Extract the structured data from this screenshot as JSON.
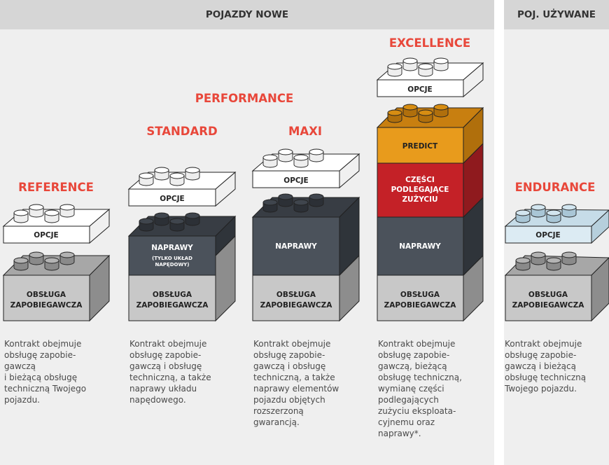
{
  "headers": {
    "new_vehicles": "POJAZDY NOWE",
    "used_vehicles": "POJ. UŻYWANE"
  },
  "titles": {
    "reference": "REFERENCE",
    "standard": "STANDARD",
    "performance": "PERFORMANCE",
    "maxi": "MAXI",
    "excellence": "EXCELLENCE",
    "endurance": "ENDURANCE"
  },
  "blocks": {
    "opcje": "OPCJE",
    "obsluga_line1": "OBSŁUGA",
    "obsluga_line2": "ZAPOBIEGAWCZA",
    "naprawy": "NAPRAWY",
    "naprawy_sub_line1": "(TYLKO UKŁAD",
    "naprawy_sub_line2": "NAPĘDOWY)",
    "predict": "PREDICT",
    "czesci_line1": "CZĘŚCI",
    "czesci_line2": "PODLEGAJĄCE",
    "czesci_line3": "ZUŻYCIU"
  },
  "descriptions": {
    "reference": [
      "Kontrakt obejmuje",
      "obsługę zapobie-",
      "gawczą",
      "i bieżącą obsługę",
      "techniczną Twojego",
      "pojazdu."
    ],
    "standard": [
      "Kontrakt obejmuje",
      "obsługę zapobie-",
      "gawczą i obsługę",
      "techniczną, a także",
      "naprawy układu",
      "napędowego."
    ],
    "maxi": [
      "Kontrakt obejmuje",
      "obsługę zapobie-",
      "gawczą i obsługę",
      "techniczną, a także",
      "naprawy elementów",
      "pojazdu objętych",
      "rozszerzoną",
      "gwarancją."
    ],
    "excellence": [
      "Kontrakt obejmuje",
      "obsługę zapobie-",
      "gawczą,  bieżącą",
      "obsługę techniczną,",
      "wymianę części",
      "podlegających",
      "zużyciu eksploata-",
      "cyjnemu  oraz",
      "naprawy*."
    ],
    "endurance": [
      "Kontrakt obejmuje",
      "obsługę zapobie-",
      "gawczą i bieżącą",
      "obsługę techniczną",
      "Twojego pojazdu."
    ]
  },
  "colors": {
    "title_red": "#e8473a",
    "panel_bg": "#efefef",
    "header_bg": "#d6d6d6",
    "grey_block": "#c8c8c8",
    "dark_block": "#4b525b",
    "white_block": "#ffffff",
    "light_blue_block": "#dcebf3",
    "orange_block": "#e89b1c",
    "red_block": "#c42127"
  }
}
